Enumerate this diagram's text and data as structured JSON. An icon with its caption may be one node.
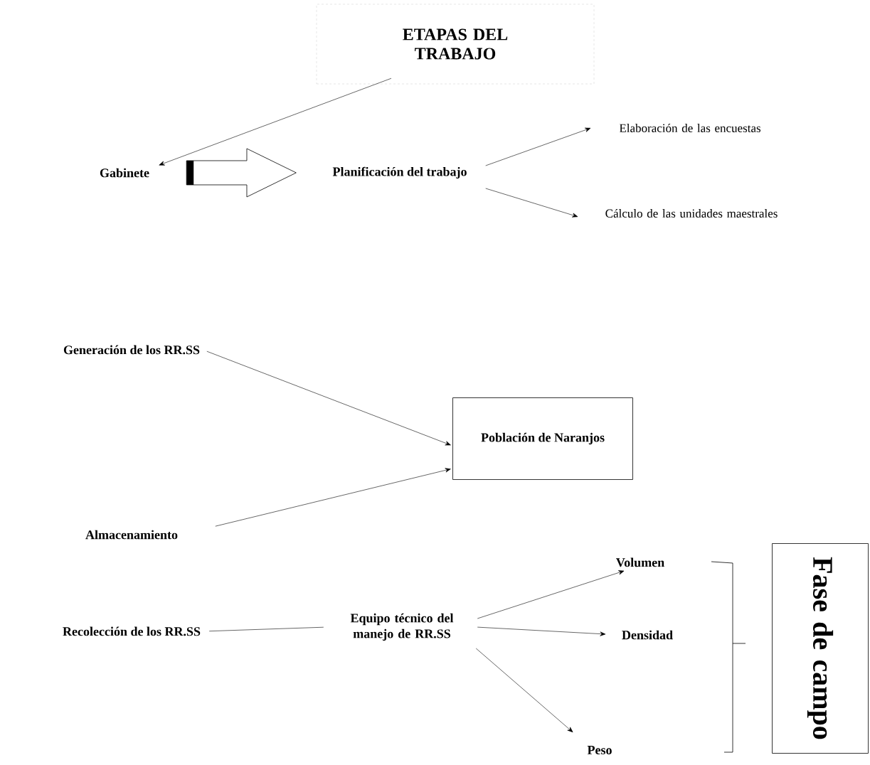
{
  "diagram": {
    "nodes": [
      {
        "text": [
          "ETAPAS DEL TRABAJO"
        ]
      },
      {
        "text": [
          "Gabinete"
        ]
      },
      {
        "text": [
          "Planificación del trabajo"
        ]
      },
      {
        "text": [
          "Elaboración de las encuestas"
        ]
      },
      {
        "text": [
          "Cálculo de las unidades maestrales"
        ]
      },
      {
        "text": [
          "Generación de los RR.SS"
        ]
      },
      {
        "text": [
          "Población de Naranjos"
        ]
      },
      {
        "text": [
          "Almacenamiento"
        ]
      },
      {
        "text": [
          "Volumen"
        ]
      },
      {
        "text": [
          "Recolección de los RR.SS"
        ]
      },
      {
        "text": [
          "Equipo técnico del manejo de RR.SS"
        ]
      },
      {
        "text": [
          "Densidad"
        ]
      },
      {
        "text": [
          "Peso"
        ]
      },
      {
        "text": [
          "Fase de campo"
        ]
      }
    ],
    "edges": [
      {
        "from": 0,
        "to": 1,
        "arrow": "to"
      },
      {
        "from": 1,
        "to": 2,
        "arrow": "to",
        "style": "thick"
      },
      {
        "from": 2,
        "to": 3,
        "arrow": "to"
      },
      {
        "from": 2,
        "to": 4,
        "arrow": "to"
      },
      {
        "from": 5,
        "to": 6,
        "arrow": "to"
      },
      {
        "from": 7,
        "to": 6,
        "arrow": "to"
      },
      {
        "from": 9,
        "to": 10,
        "arrow": "none"
      },
      {
        "from": 10,
        "to": 8,
        "arrow": "to"
      },
      {
        "from": 10,
        "to": 11,
        "arrow": "to"
      },
      {
        "from": 10,
        "to": 12,
        "arrow": "to"
      }
    ]
  }
}
